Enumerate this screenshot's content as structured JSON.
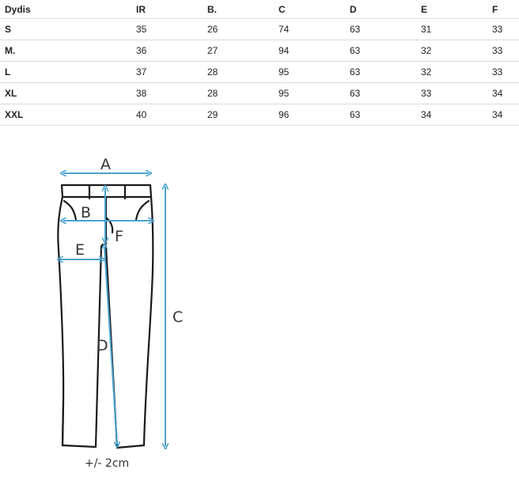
{
  "table": {
    "headers": [
      "Dydis",
      "IR",
      "B.",
      "C",
      "D",
      "E",
      "F"
    ],
    "rows": [
      [
        "S",
        "35",
        "26",
        "74",
        "63",
        "31",
        "33"
      ],
      [
        "M.",
        "36",
        "27",
        "94",
        "63",
        "32",
        "33"
      ],
      [
        "L",
        "37",
        "28",
        "95",
        "63",
        "32",
        "33"
      ],
      [
        "XL",
        "38",
        "28",
        "95",
        "63",
        "33",
        "34"
      ],
      [
        "XXL",
        "40",
        "29",
        "96",
        "63",
        "34",
        "34"
      ]
    ]
  },
  "diagram": {
    "labels": {
      "a": "A",
      "b": "B",
      "c": "C",
      "d": "D",
      "e": "E",
      "f": "F"
    },
    "tolerance": "+/- 2cm",
    "colors": {
      "measure_line": "#4aa3cf",
      "outline": "#1a1a1a",
      "label_text": "#333333"
    }
  }
}
